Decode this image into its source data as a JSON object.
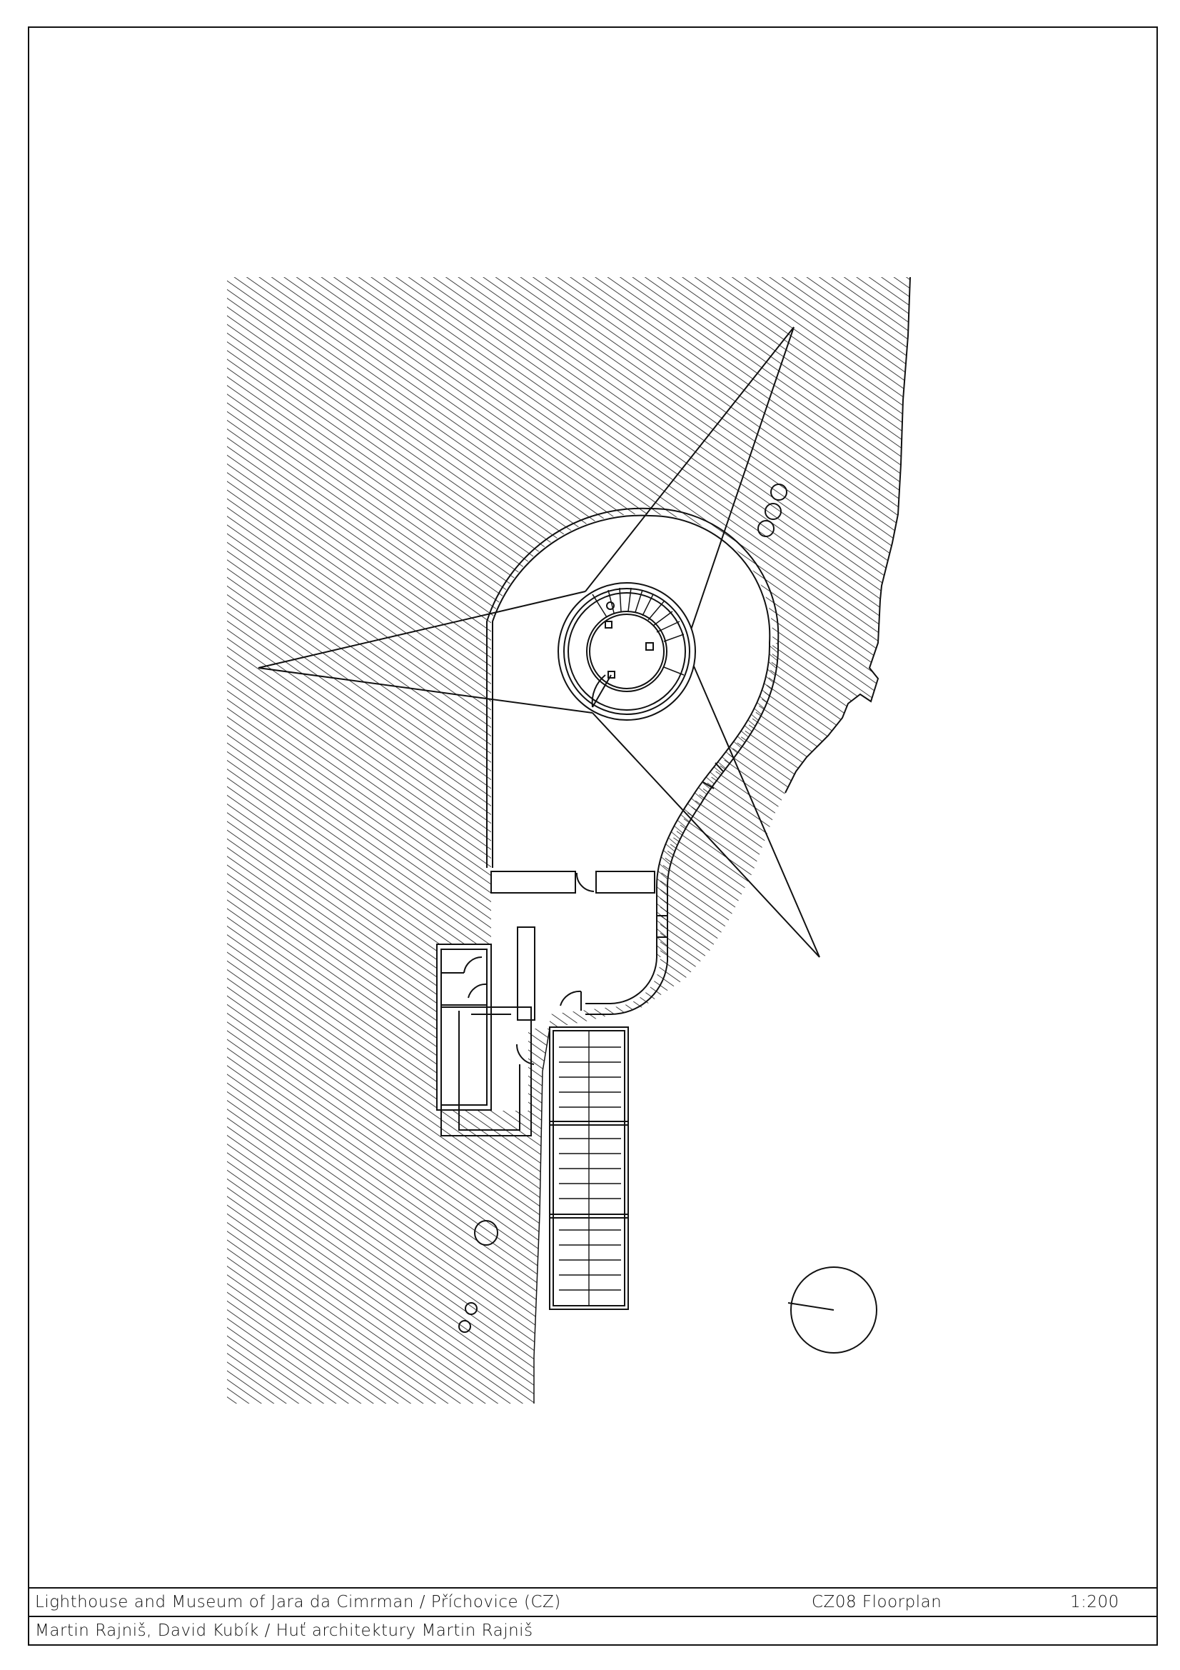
{
  "sheet": {
    "project_title": "Lighthouse and Museum of Jara da Cimrman / Příchovice (CZ)",
    "drawing_id": "CZ08 Floorplan",
    "scale": "1:200",
    "authors": "Martin Rajniš, David Kubík / Huť architektury Martin Rajniš"
  },
  "drawing": {
    "type": "architectural floorplan",
    "elements": [
      "hatched-terrain",
      "lighthouse-tower-spiral-stair",
      "teardrop-plan-outer-wall",
      "sightline-triangles",
      "entrance-rooms",
      "exterior-staircase",
      "north-arrow-circle",
      "trees"
    ],
    "colors": {
      "line": "#111111",
      "background": "#ffffff"
    }
  }
}
